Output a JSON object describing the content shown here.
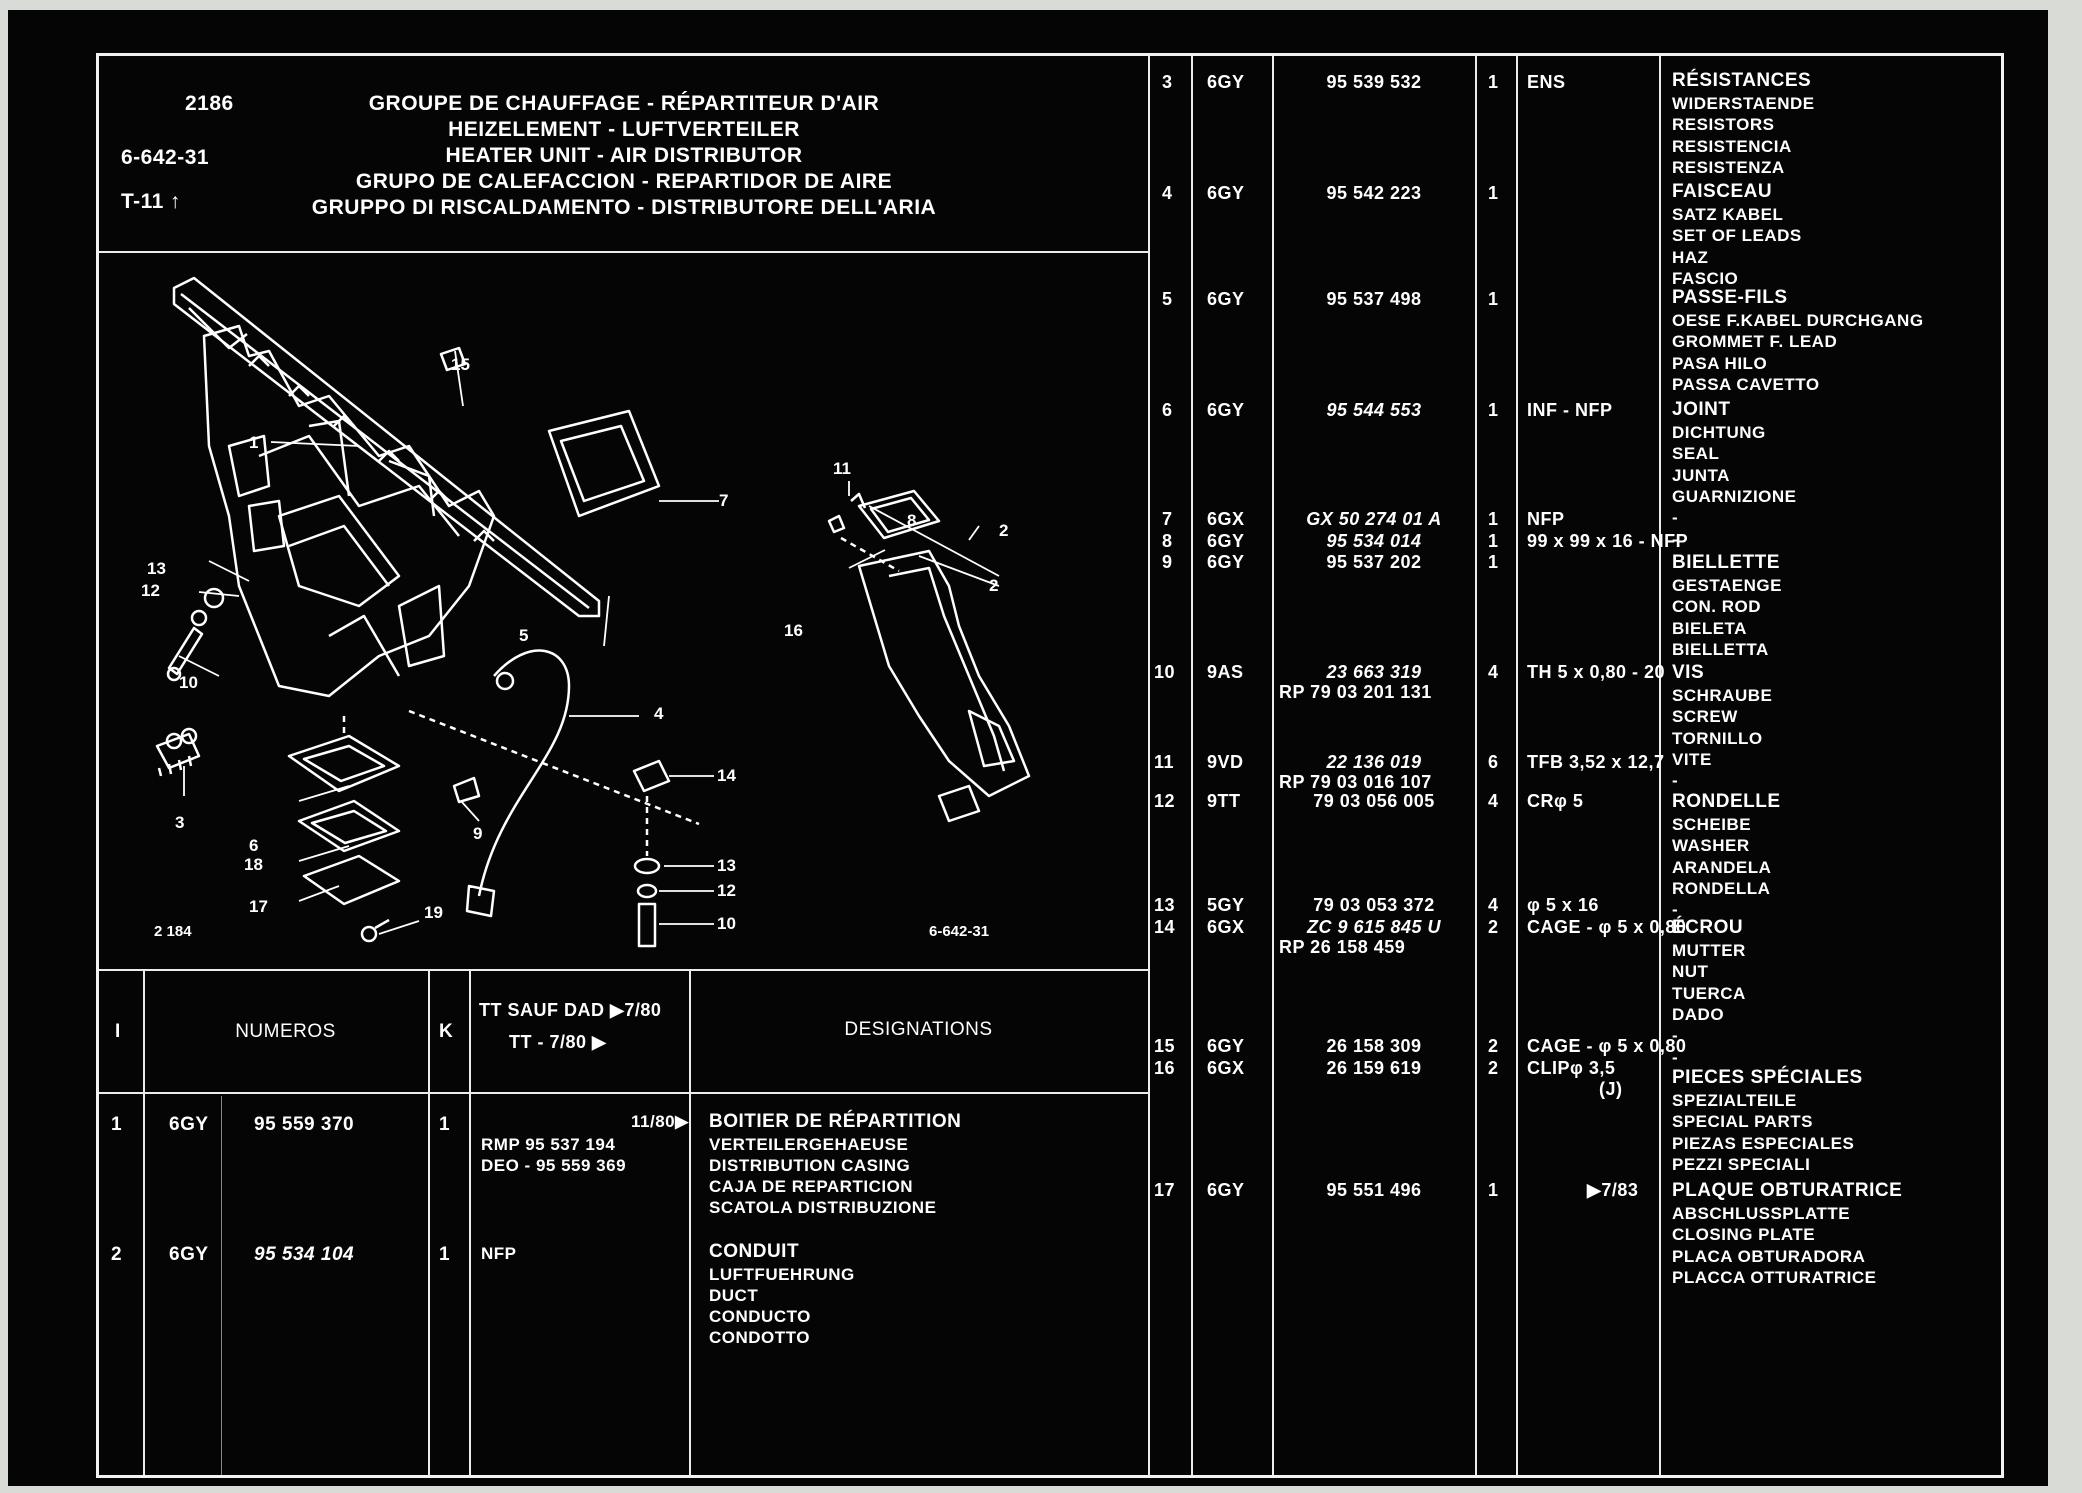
{
  "header": {
    "code": "2186",
    "ref": "6-642-31",
    "ref2": "T-11",
    "title_lines": [
      "GROUPE DE CHAUFFAGE - RÉPARTITEUR D'AIR",
      "HEIZELEMENT - LUFTVERTEILER",
      "HEATER UNIT - AIR DISTRIBUTOR",
      "GRUPO DE CALEFACCION - REPARTIDOR DE AIRE",
      "GRUPPO DI RISCALDAMENTO - DISTRIBUTORE DELL'ARIA"
    ]
  },
  "diagram": {
    "label_left": "2 184",
    "label_right": "6-642-31",
    "callouts": [
      "1",
      "2",
      "3",
      "4",
      "5",
      "6",
      "7",
      "8",
      "9",
      "10",
      "11",
      "12",
      "13",
      "14",
      "15",
      "16",
      "17",
      "18",
      "19",
      "13",
      "12",
      "10",
      "2"
    ]
  },
  "table_header": {
    "col_i": "I",
    "col_numeros": "NUMEROS",
    "col_k": "K",
    "col_cond_1": "TT SAUF DAD ▶7/80",
    "col_cond_2": "TT - 7/80 ▶",
    "col_designations": "DESIGNATIONS"
  },
  "left_rows": [
    {
      "i": "1",
      "code": "6GY",
      "num": "95 559 370",
      "k": "1",
      "cond": [
        "RMP 95 537 194",
        "DEO - 95 559 369"
      ],
      "date": "11/80▶",
      "desig": [
        "BOITIER DE RÉPARTITION",
        "VERTEILERGEHAEUSE",
        "DISTRIBUTION CASING",
        "CAJA DE REPARTICION",
        "SCATOLA DISTRIBUZIONE"
      ]
    },
    {
      "i": "2",
      "code": "6GY",
      "num": "95 534 104",
      "k": "1",
      "cond": [
        "NFP"
      ],
      "date": "",
      "desig": [
        "CONDUIT",
        "LUFTFUEHRUNG",
        "DUCT",
        "CONDUCTO",
        "CONDOTTO"
      ]
    }
  ],
  "right_rows": [
    {
      "i": "3",
      "code": "6GY",
      "num": [
        "95 539 532"
      ],
      "k": "1",
      "cond": [
        "ENS"
      ]
    },
    {
      "i": "4",
      "code": "6GY",
      "num": [
        "95 542 223"
      ],
      "k": "1",
      "cond": []
    },
    {
      "i": "5",
      "code": "6GY",
      "num": [
        "95 537 498"
      ],
      "k": "1",
      "cond": []
    },
    {
      "i": "6",
      "code": "6GY",
      "num": [
        "95 544 553"
      ],
      "k": "1",
      "cond": [
        "INF - NFP"
      ]
    },
    {
      "i": "7",
      "code": "6GX",
      "num": [
        "GX 50 274 01 A"
      ],
      "k": "1",
      "cond": [
        "NFP"
      ]
    },
    {
      "i": "8",
      "code": "6GY",
      "num": [
        "95 534 014"
      ],
      "k": "1",
      "cond": [
        "99 x 99 x 16 - NFP"
      ]
    },
    {
      "i": "9",
      "code": "6GY",
      "num": [
        "95 537 202"
      ],
      "k": "1",
      "cond": []
    },
    {
      "i": "10",
      "code": "9AS",
      "num": [
        "23 663 319",
        "RP 79 03 201 131"
      ],
      "k": "4",
      "cond": [
        "TH 5 x 0,80 - 20"
      ]
    },
    {
      "i": "11",
      "code": "9VD",
      "num": [
        "22 136 019",
        "RP 79 03 016 107"
      ],
      "k": "6",
      "cond": [
        "TFB 3,52 x 12,7"
      ]
    },
    {
      "i": "12",
      "code": "9TT",
      "num": [
        "79 03 056 005"
      ],
      "k": "4",
      "cond": [
        "CRφ 5"
      ]
    },
    {
      "i": "13",
      "code": "5GY",
      "num": [
        "79 03 053 372"
      ],
      "k": "4",
      "cond": [
        "φ 5 x 16"
      ]
    },
    {
      "i": "14",
      "code": "6GX",
      "num": [
        "ZC 9 615 845 U",
        "RP 26 158 459"
      ],
      "k": "2",
      "cond": [
        "CAGE - φ 5 x 0,80"
      ]
    },
    {
      "i": "15",
      "code": "6GY",
      "num": [
        "26 158 309"
      ],
      "k": "2",
      "cond": [
        "CAGE - φ 5 x 0,80"
      ]
    },
    {
      "i": "16",
      "code": "6GX",
      "num": [
        "26 159 619"
      ],
      "k": "2",
      "cond": [
        "CLIPφ 3,5",
        "(J)"
      ]
    },
    {
      "i": "17",
      "code": "6GY",
      "num": [
        "95 551 496"
      ],
      "k": "1",
      "cond": [],
      "date": "▶7/83"
    }
  ],
  "right_designations": [
    {
      "bold": "RÉSISTANCES",
      "lines": [
        "WIDERSTAENDE",
        "RESISTORS",
        "RESISTENCIA",
        "RESISTENZA"
      ]
    },
    {
      "bold": "FAISCEAU",
      "lines": [
        "SATZ KABEL",
        "SET OF LEADS",
        "HAZ",
        "FASCIO"
      ]
    },
    {
      "bold": "PASSE-FILS",
      "lines": [
        "OESE F.KABEL DURCHGANG",
        "GROMMET F. LEAD",
        "PASA HILO",
        "PASSA CAVETTO"
      ]
    },
    {
      "bold": "JOINT",
      "lines": [
        "DICHTUNG",
        "SEAL",
        "JUNTA",
        "GUARNIZIONE",
        "-",
        "-"
      ]
    },
    {
      "bold": "BIELLETTE",
      "lines": [
        "GESTAENGE",
        "CON. ROD",
        "BIELETA",
        "BIELLETTA"
      ]
    },
    {
      "bold": "VIS",
      "lines": [
        "SCHRAUBE",
        "SCREW",
        "TORNILLO",
        "VITE",
        "-"
      ]
    },
    {
      "bold": "RONDELLE",
      "lines": [
        "SCHEIBE",
        "WASHER",
        "ARANDELA",
        "RONDELLA",
        "-"
      ]
    },
    {
      "bold": "ÉCROU",
      "lines": [
        "MUTTER",
        "NUT",
        "TUERCA",
        "DADO",
        "-",
        "-"
      ]
    },
    {
      "bold": "PIECES SPÉCIALES",
      "lines": [
        "SPEZIALTEILE",
        "SPECIAL PARTS",
        "PIEZAS ESPECIALES",
        "PEZZI SPECIALI"
      ]
    },
    {
      "bold": "PLAQUE OBTURATRICE",
      "lines": [
        "ABSCHLUSSPLATTE",
        "CLOSING PLATE",
        "PLACA OBTURADORA",
        "PLACCA OTTURATRICE"
      ]
    }
  ]
}
